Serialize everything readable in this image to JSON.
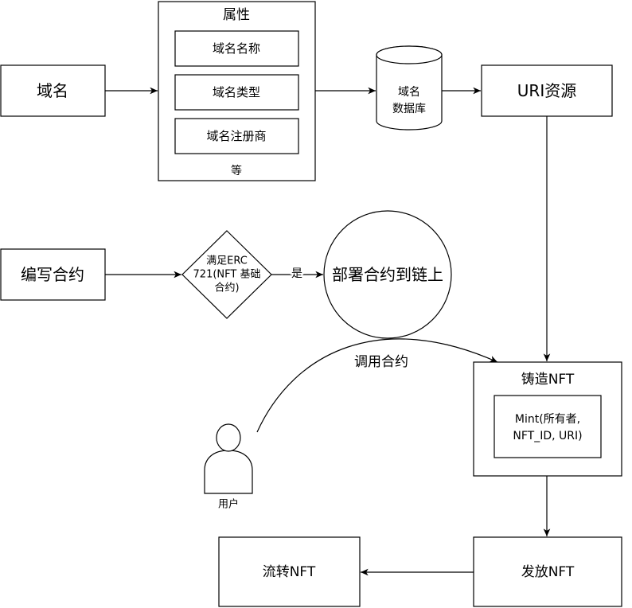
{
  "nodes": {
    "domain": {
      "label": "域名"
    },
    "attributes": {
      "title": "属性",
      "items": [
        "域名名称",
        "域名类型",
        "域名注册商"
      ],
      "more": "等"
    },
    "database": {
      "lines": [
        "域名",
        "数据库"
      ]
    },
    "uri": {
      "label": "URI资源"
    },
    "write_contract": {
      "label": "编写合约"
    },
    "check": {
      "lines": [
        "满足ERC",
        "721(NFT 基础",
        "合约)"
      ]
    },
    "deploy": {
      "label": "部署合约到链上"
    },
    "mint": {
      "title": "铸造NFT",
      "lines": [
        "Mint(所有者,",
        "NFT_ID, URI)"
      ]
    },
    "user": {
      "label": "用户"
    },
    "issue": {
      "label": "发放NFT"
    },
    "transfer": {
      "label": "流转NFT"
    }
  },
  "edges": {
    "yes_label": "是",
    "call_label": "调用合约"
  }
}
